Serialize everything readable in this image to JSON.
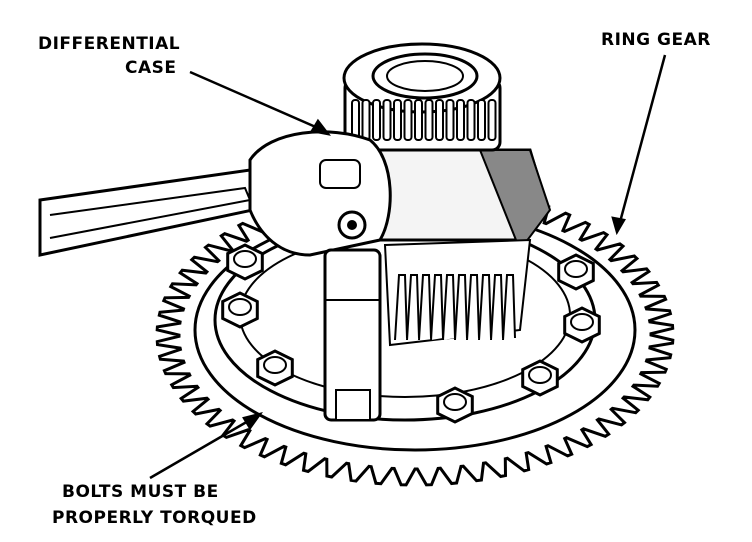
{
  "labels": {
    "differential_case_line1": "DIFFERENTIAL",
    "differential_case_line2": "CASE",
    "ring_gear": "RING GEAR",
    "bolts_line1": "BOLTS MUST BE",
    "bolts_line2": "PROPERLY TORQUED"
  },
  "colors": {
    "ink": "#000000",
    "paper": "#ffffff"
  }
}
